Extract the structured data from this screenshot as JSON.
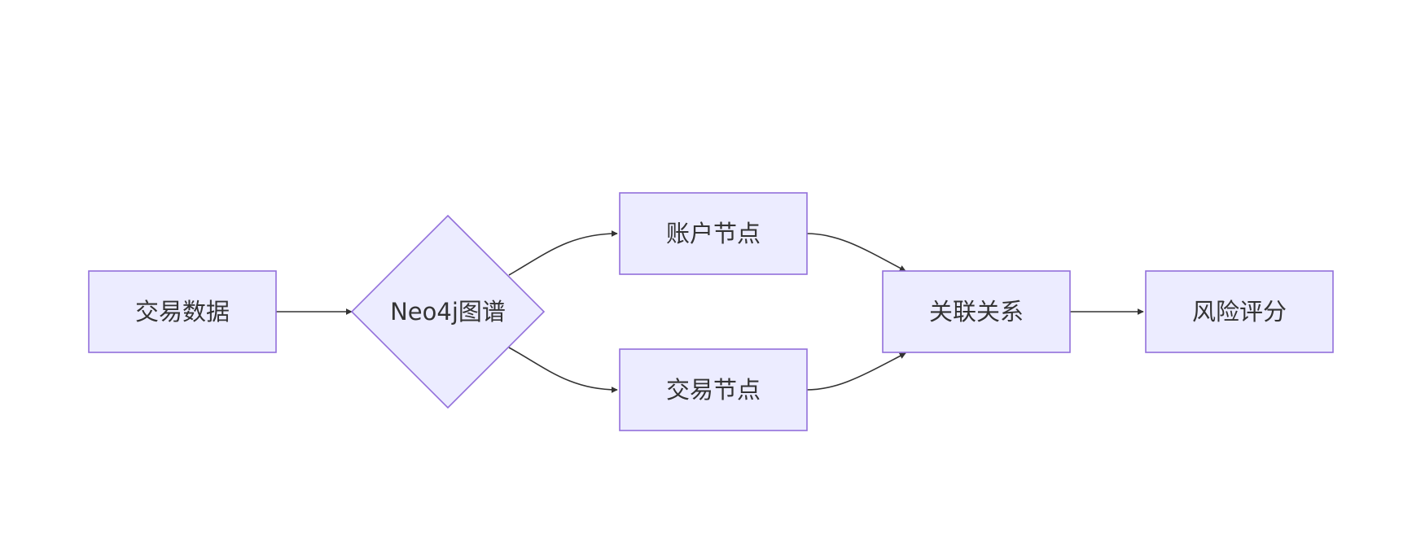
{
  "flowchart": {
    "direction": "LR",
    "colors": {
      "node_fill": "#ECECFF",
      "node_border": "#9370DB",
      "text": "#333333",
      "edge": "#333333",
      "background": "#FFFFFF"
    },
    "nodes": [
      {
        "id": "tx_data",
        "shape": "rect",
        "label": "交易数据"
      },
      {
        "id": "neo4j",
        "shape": "diamond",
        "label": "Neo4j图谱"
      },
      {
        "id": "account_node",
        "shape": "rect",
        "label": "账户节点"
      },
      {
        "id": "tx_node",
        "shape": "rect",
        "label": "交易节点"
      },
      {
        "id": "relation",
        "shape": "rect",
        "label": "关联关系"
      },
      {
        "id": "risk_score",
        "shape": "rect",
        "label": "风险评分"
      }
    ],
    "edges": [
      {
        "from": "tx_data",
        "to": "neo4j"
      },
      {
        "from": "neo4j",
        "to": "account_node"
      },
      {
        "from": "neo4j",
        "to": "tx_node"
      },
      {
        "from": "account_node",
        "to": "relation"
      },
      {
        "from": "tx_node",
        "to": "relation"
      },
      {
        "from": "relation",
        "to": "risk_score"
      }
    ]
  }
}
